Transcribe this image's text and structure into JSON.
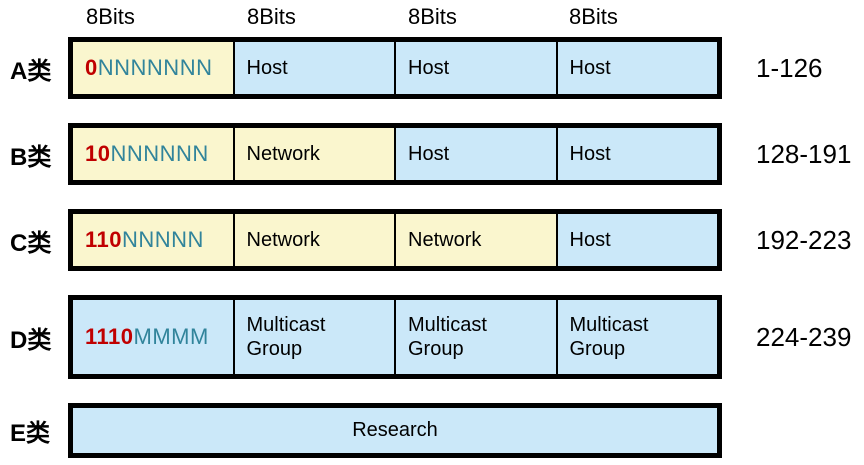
{
  "title": "IP address classes structure diagram",
  "header": {
    "bit_labels": [
      "8Bits",
      "8Bits",
      "8Bits",
      "8Bits"
    ]
  },
  "colors": {
    "field_yellow": "#faf6ce",
    "field_blue": "#cbe8f9",
    "bit_prefix_red": "#c00000",
    "bit_letter_teal": "#31849b",
    "border_black": "#000000"
  },
  "rows": [
    {
      "class_label": "A类",
      "range": "1-126",
      "cells": [
        {
          "type": "bits",
          "prefix": "0",
          "rest": "NNNNNNN",
          "bg": "yellow"
        },
        {
          "type": "text",
          "label": "Host",
          "bg": "blue"
        },
        {
          "type": "text",
          "label": "Host",
          "bg": "blue"
        },
        {
          "type": "text",
          "label": "Host",
          "bg": "blue"
        }
      ]
    },
    {
      "class_label": "B类",
      "range": "128-191",
      "cells": [
        {
          "type": "bits",
          "prefix": "10",
          "rest": "NNNNNN",
          "bg": "yellow"
        },
        {
          "type": "text",
          "label": "Network",
          "bg": "yellow"
        },
        {
          "type": "text",
          "label": "Host",
          "bg": "blue"
        },
        {
          "type": "text",
          "label": "Host",
          "bg": "blue"
        }
      ]
    },
    {
      "class_label": "C类",
      "range": "192-223",
      "cells": [
        {
          "type": "bits",
          "prefix": "110",
          "rest": "NNNNN",
          "bg": "yellow"
        },
        {
          "type": "text",
          "label": "Network",
          "bg": "yellow"
        },
        {
          "type": "text",
          "label": "Network",
          "bg": "yellow"
        },
        {
          "type": "text",
          "label": "Host",
          "bg": "blue"
        }
      ]
    },
    {
      "class_label": "D类",
      "range": "224-239",
      "cells": [
        {
          "type": "bits",
          "prefix": "1110",
          "rest": "MMMM",
          "bg": "blue"
        },
        {
          "type": "text",
          "label": "Multicast Group",
          "bg": "blue"
        },
        {
          "type": "text",
          "label": "Multicast Group",
          "bg": "blue"
        },
        {
          "type": "text",
          "label": "Multicast Group",
          "bg": "blue"
        }
      ]
    },
    {
      "class_label": "E类",
      "range": "",
      "cells": [
        {
          "type": "text",
          "label": "Research",
          "bg": "blue",
          "span": 4
        }
      ]
    }
  ]
}
